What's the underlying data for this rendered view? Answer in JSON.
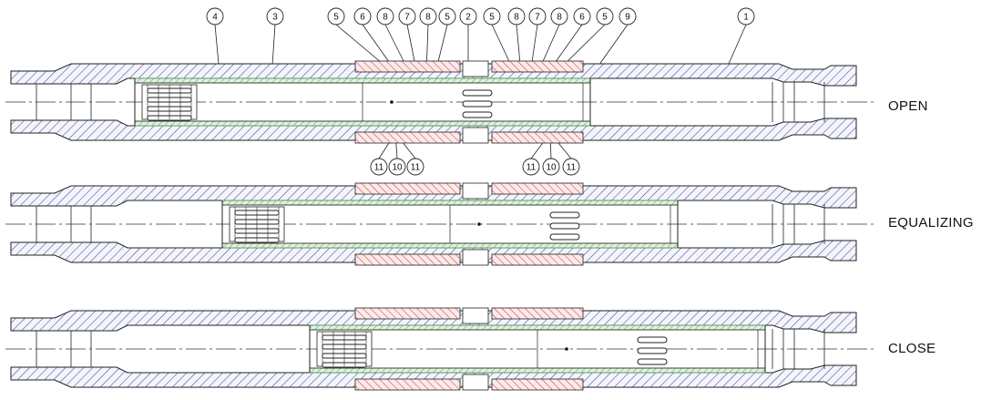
{
  "states": [
    {
      "id": "open",
      "label": "OPEN",
      "sleeve_position": 0.0
    },
    {
      "id": "equalizing",
      "label": "EQUALIZING",
      "sleeve_position": 0.5
    },
    {
      "id": "close",
      "label": "CLOSE",
      "sleeve_position": 1.0
    }
  ],
  "top_callouts": [
    "4",
    "3",
    "5",
    "6",
    "8",
    "7",
    "8",
    "5",
    "2",
    "5",
    "8",
    "7",
    "8",
    "6",
    "5",
    "9",
    "1"
  ],
  "bottom_callouts_left": [
    "11",
    "10",
    "11"
  ],
  "bottom_callouts_right": [
    "11",
    "10",
    "11"
  ],
  "colors": {
    "housing_hatch": "#3c4a9a",
    "sleeve": "#5aa05a",
    "seal": "#d04040",
    "line": "#222222"
  }
}
